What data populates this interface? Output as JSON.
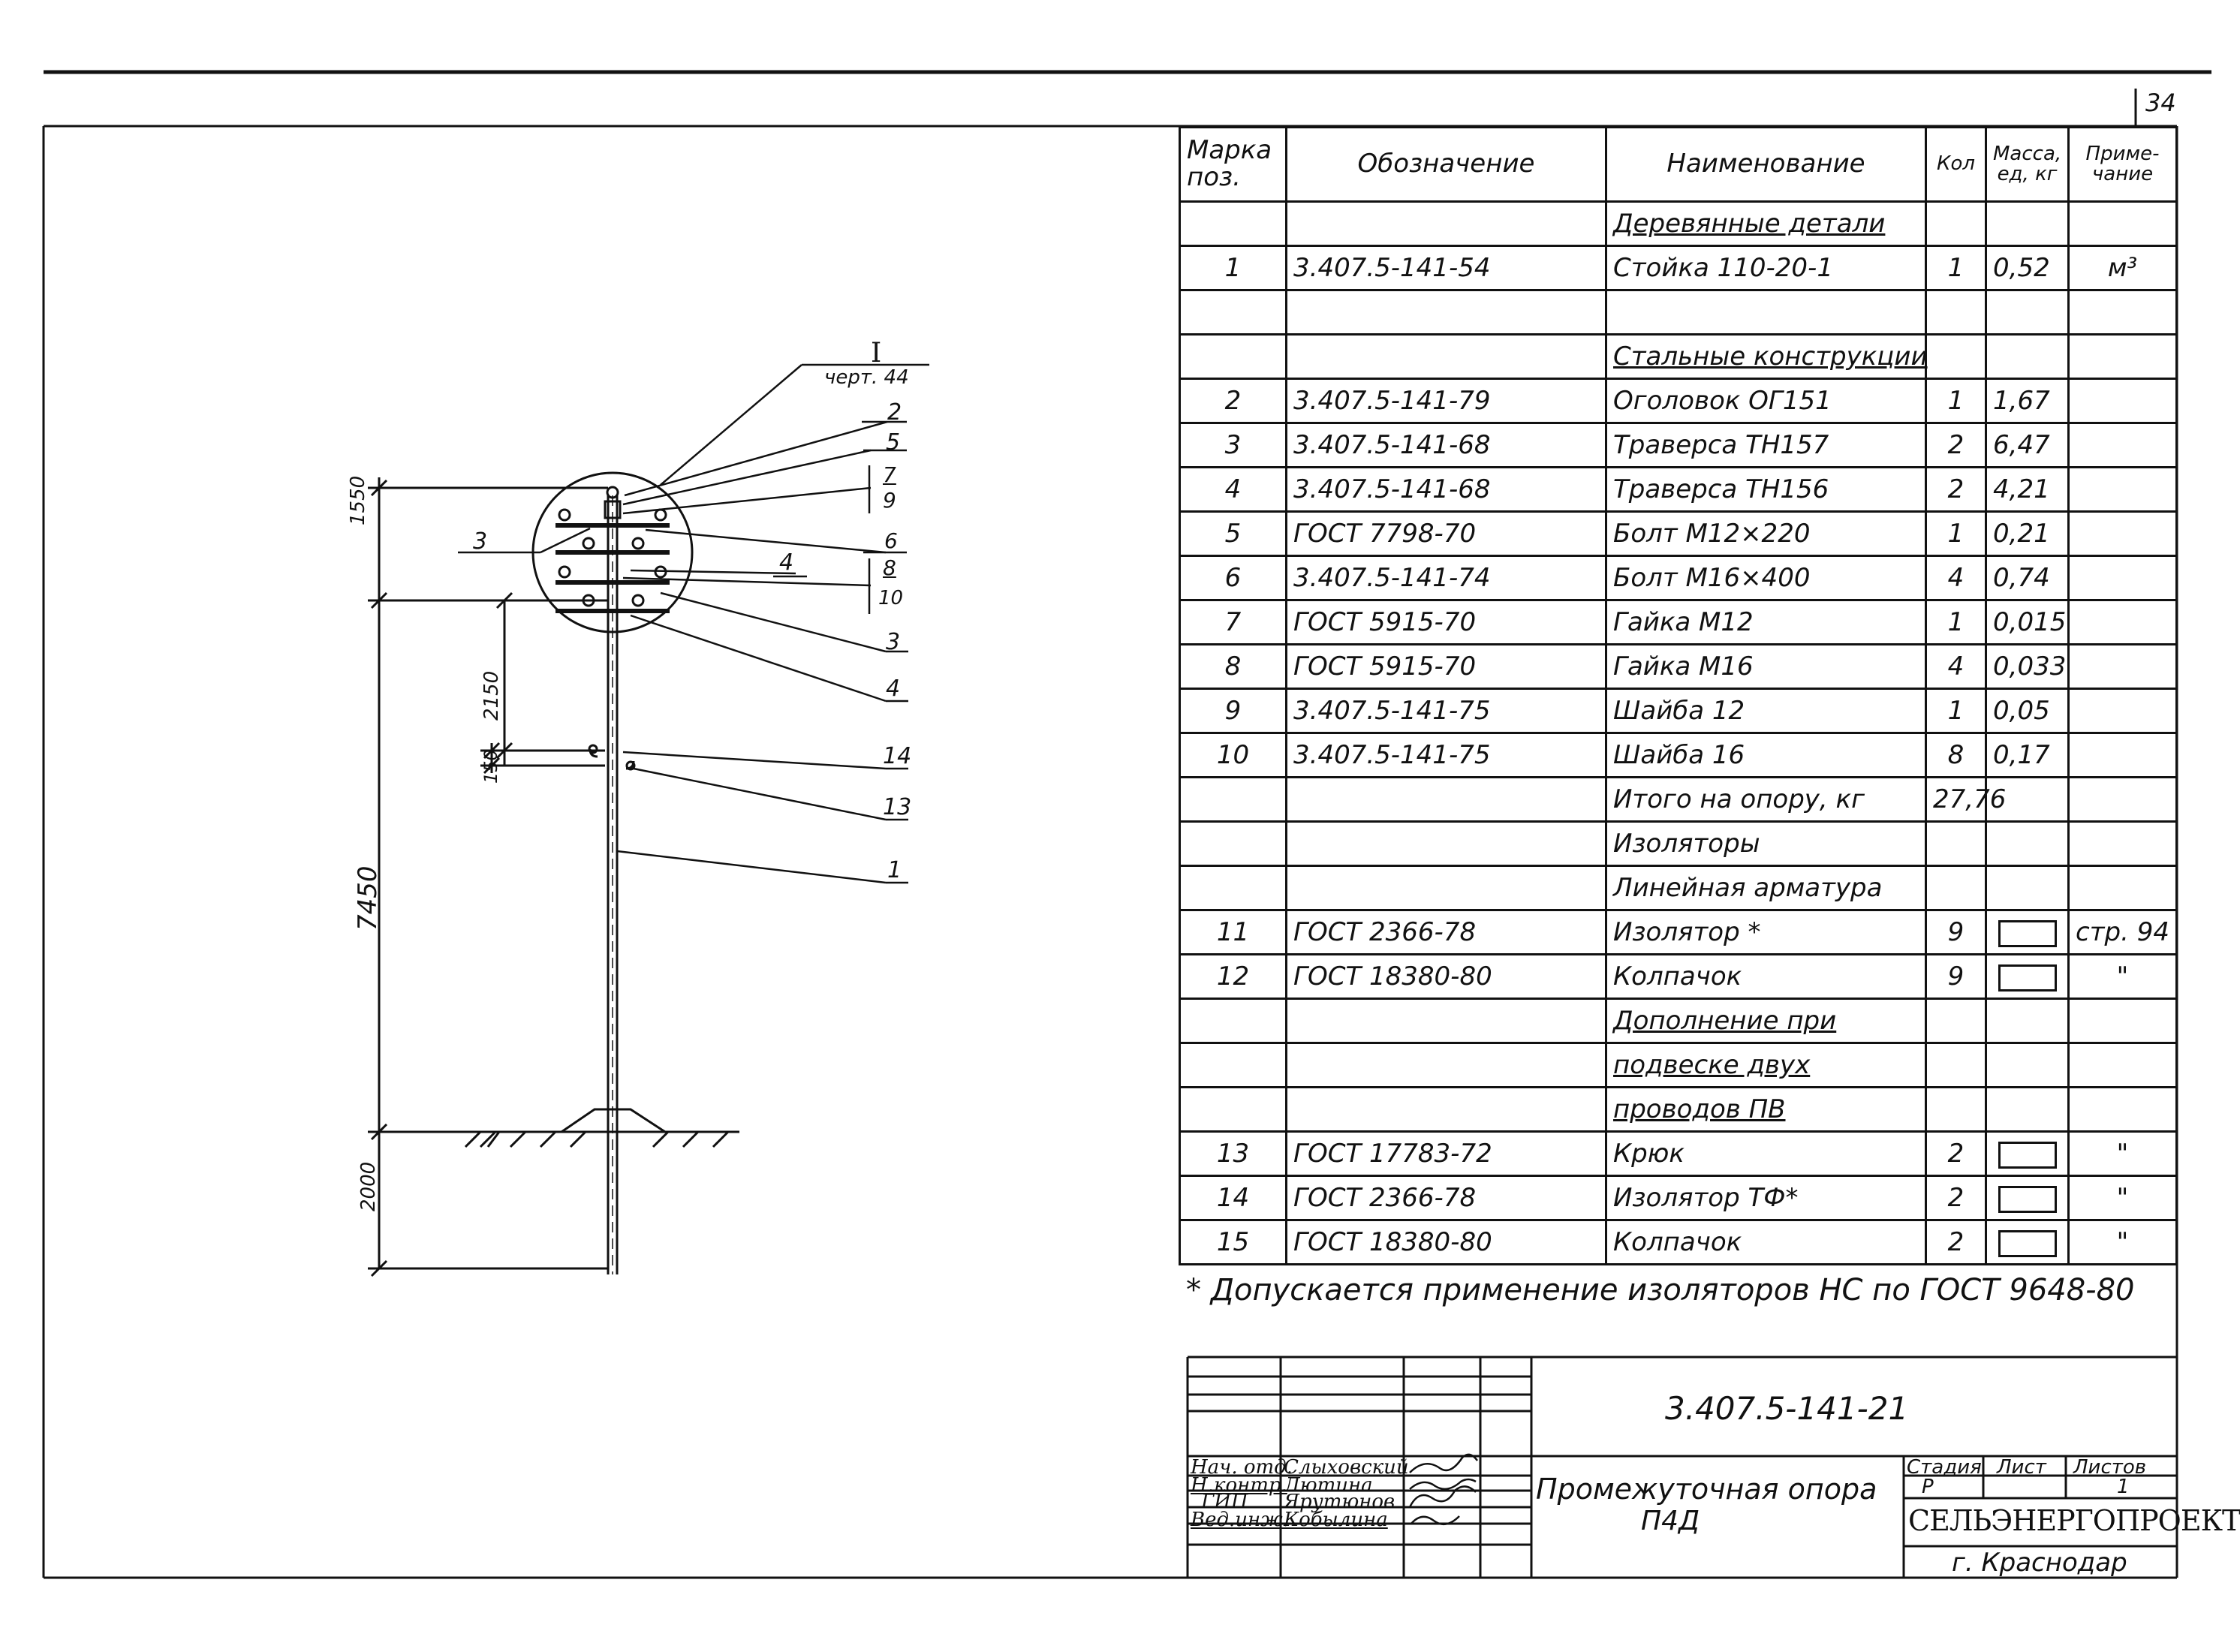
{
  "sheet": {
    "number": "34"
  },
  "table": {
    "headers": {
      "mark": "Марка поз.",
      "designation": "Обозначение",
      "name": "Наименование",
      "qty": "Кол",
      "mass": "Масса, ед, кг",
      "note": "Приме- чание"
    },
    "rows": [
      {
        "mark": "",
        "designation": "",
        "name": "Деревянные детали",
        "qty": "",
        "mass": "",
        "note": "",
        "section": true
      },
      {
        "mark": "1",
        "designation": "3.407.5-141-54",
        "name": "Стойка 110-20-1",
        "qty": "1",
        "mass": "0,52",
        "note": "м³"
      },
      {
        "mark": "",
        "designation": "",
        "name": "",
        "qty": "",
        "mass": "",
        "note": ""
      },
      {
        "mark": "",
        "designation": "",
        "name": "Стальные конструкции",
        "qty": "",
        "mass": "",
        "note": "",
        "section": true
      },
      {
        "mark": "2",
        "designation": "3.407.5-141-79",
        "name": "Оголовок ОГ151",
        "qty": "1",
        "mass": "1,67",
        "note": ""
      },
      {
        "mark": "3",
        "designation": "3.407.5-141-68",
        "name": "Траверса ТН157",
        "qty": "2",
        "mass": "6,47",
        "note": ""
      },
      {
        "mark": "4",
        "designation": "3.407.5-141-68",
        "name": "Траверса ТН156",
        "qty": "2",
        "mass": "4,21",
        "note": ""
      },
      {
        "mark": "5",
        "designation": "ГОСТ 7798-70",
        "name": "Болт М12×220",
        "qty": "1",
        "mass": "0,21",
        "note": ""
      },
      {
        "mark": "6",
        "designation": "3.407.5-141-74",
        "name": "Болт М16×400",
        "qty": "4",
        "mass": "0,74",
        "note": ""
      },
      {
        "mark": "7",
        "designation": "ГОСТ 5915-70",
        "name": "Гайка М12",
        "qty": "1",
        "mass": "0,015",
        "note": ""
      },
      {
        "mark": "8",
        "designation": "ГОСТ 5915-70",
        "name": "Гайка М16",
        "qty": "4",
        "mass": "0,033",
        "note": ""
      },
      {
        "mark": "9",
        "designation": "3.407.5-141-75",
        "name": "Шайба 12",
        "qty": "1",
        "mass": "0,05",
        "note": ""
      },
      {
        "mark": "10",
        "designation": "3.407.5-141-75",
        "name": "Шайба 16",
        "qty": "8",
        "mass": "0,17",
        "note": ""
      },
      {
        "mark": "",
        "designation": "",
        "name": "Итого на опору, кг",
        "qty": "27,76",
        "mass": "",
        "note": ""
      },
      {
        "mark": "",
        "designation": "",
        "name": "Изоляторы",
        "qty": "",
        "mass": "",
        "note": ""
      },
      {
        "mark": "",
        "designation": "",
        "name": "Линейная арматура",
        "qty": "",
        "mass": "",
        "note": ""
      },
      {
        "mark": "11",
        "designation": "ГОСТ 2366-78",
        "name": "Изолятор *",
        "qty": "9",
        "mass": "",
        "note": "стр. 94",
        "box": true
      },
      {
        "mark": "12",
        "designation": "ГОСТ 18380-80",
        "name": "Колпачок",
        "qty": "9",
        "mass": "",
        "note": "\"",
        "box": true
      },
      {
        "mark": "",
        "designation": "",
        "name": "Дополнение при",
        "qty": "",
        "mass": "",
        "note": "",
        "section": true
      },
      {
        "mark": "",
        "designation": "",
        "name": "подвеске двух",
        "qty": "",
        "mass": "",
        "note": "",
        "section": true
      },
      {
        "mark": "",
        "designation": "",
        "name": "проводов ПВ",
        "qty": "",
        "mass": "",
        "note": "",
        "section": true
      },
      {
        "mark": "13",
        "designation": "ГОСТ 17783-72",
        "name": "Крюк",
        "qty": "2",
        "mass": "",
        "note": "\"",
        "box": true
      },
      {
        "mark": "14",
        "designation": "ГОСТ 2366-78",
        "name": "Изолятор ТФ*",
        "qty": "2",
        "mass": "",
        "note": "\"",
        "box": true
      },
      {
        "mark": "15",
        "designation": "ГОСТ 18380-80",
        "name": "Колпачок",
        "qty": "2",
        "mass": "",
        "note": "\"",
        "box": true
      }
    ]
  },
  "footnote": "* Допускается применение изоляторов НС по ГОСТ 9648-80",
  "title_block": {
    "code": "3.407.5-141-21",
    "staff": [
      {
        "role": "Нач. отд.",
        "name": "Слыховский"
      },
      {
        "role": "Н.контр.",
        "name": "Лютина"
      },
      {
        "role": "ГИП",
        "name": "Ярутюнов"
      },
      {
        "role": "Вед.инж.",
        "name": "Кобылина"
      }
    ],
    "title_line1": "Промежуточная опора",
    "title_line2": "П4Д",
    "stage_label": "Стадия",
    "sheet_label": "Лист",
    "sheets_label": "Листов",
    "stage": "Р",
    "sheets": "1",
    "company": "СЕЛЬЭНЕРГОПРОЕКТ",
    "city": "г. Краснодар"
  },
  "drawing": {
    "dimensions": {
      "top": "1550",
      "upper": "2150",
      "small": "150",
      "main": "7450",
      "ground": "2000"
    },
    "callout_ref": {
      "numeral": "I",
      "sheet": "черт. 44"
    },
    "labels": {
      "l2": "2",
      "l5": "5",
      "l7": "7",
      "l9": "9",
      "l6": "6",
      "l8": "8",
      "l10": "10",
      "l3r": "3",
      "l4r": "4",
      "l14": "14",
      "l13": "13",
      "l1": "1",
      "l3l": "3",
      "l4in": "4"
    }
  }
}
